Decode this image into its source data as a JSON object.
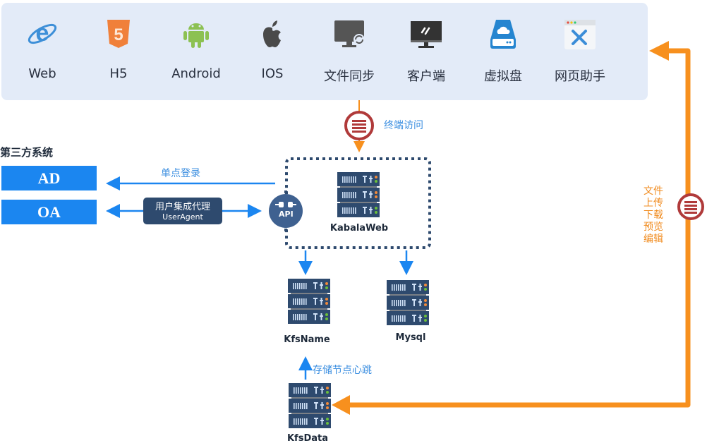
{
  "clients": [
    {
      "label": "Web",
      "icon": "ie-browser-icon"
    },
    {
      "label": "H5",
      "icon": "html5-icon"
    },
    {
      "label": "Android",
      "icon": "android-icon"
    },
    {
      "label": "IOS",
      "icon": "apple-icon"
    },
    {
      "label": "文件同步",
      "icon": "monitor-sync-icon"
    },
    {
      "label": "客户端",
      "icon": "desktop-client-icon"
    },
    {
      "label": "虚拟盘",
      "icon": "cloud-drive-icon"
    },
    {
      "label": "网页助手",
      "icon": "web-tools-icon"
    }
  ],
  "third_party": {
    "title": "第三方系统",
    "systems": [
      "AD",
      "OA"
    ]
  },
  "links": {
    "sso": "单点登录",
    "terminal_access": "终端访问",
    "heartbeat": "存储节点心跳",
    "user_agent": {
      "line1": "用户集成代理",
      "line2": "UserAgent"
    },
    "api": "API",
    "file_ops": [
      "文件",
      "上传",
      "下载",
      "预览",
      "编辑"
    ]
  },
  "nodes": {
    "web": "KabalaWeb",
    "name": "KfsName",
    "db": "Mysql",
    "data": "KfsData"
  },
  "colors": {
    "panel_bg": "#e3ebf8",
    "blue": "#1b86f0",
    "orange": "#f7901e",
    "server": "#2e4a6e",
    "firewall": "#b03a3a"
  }
}
